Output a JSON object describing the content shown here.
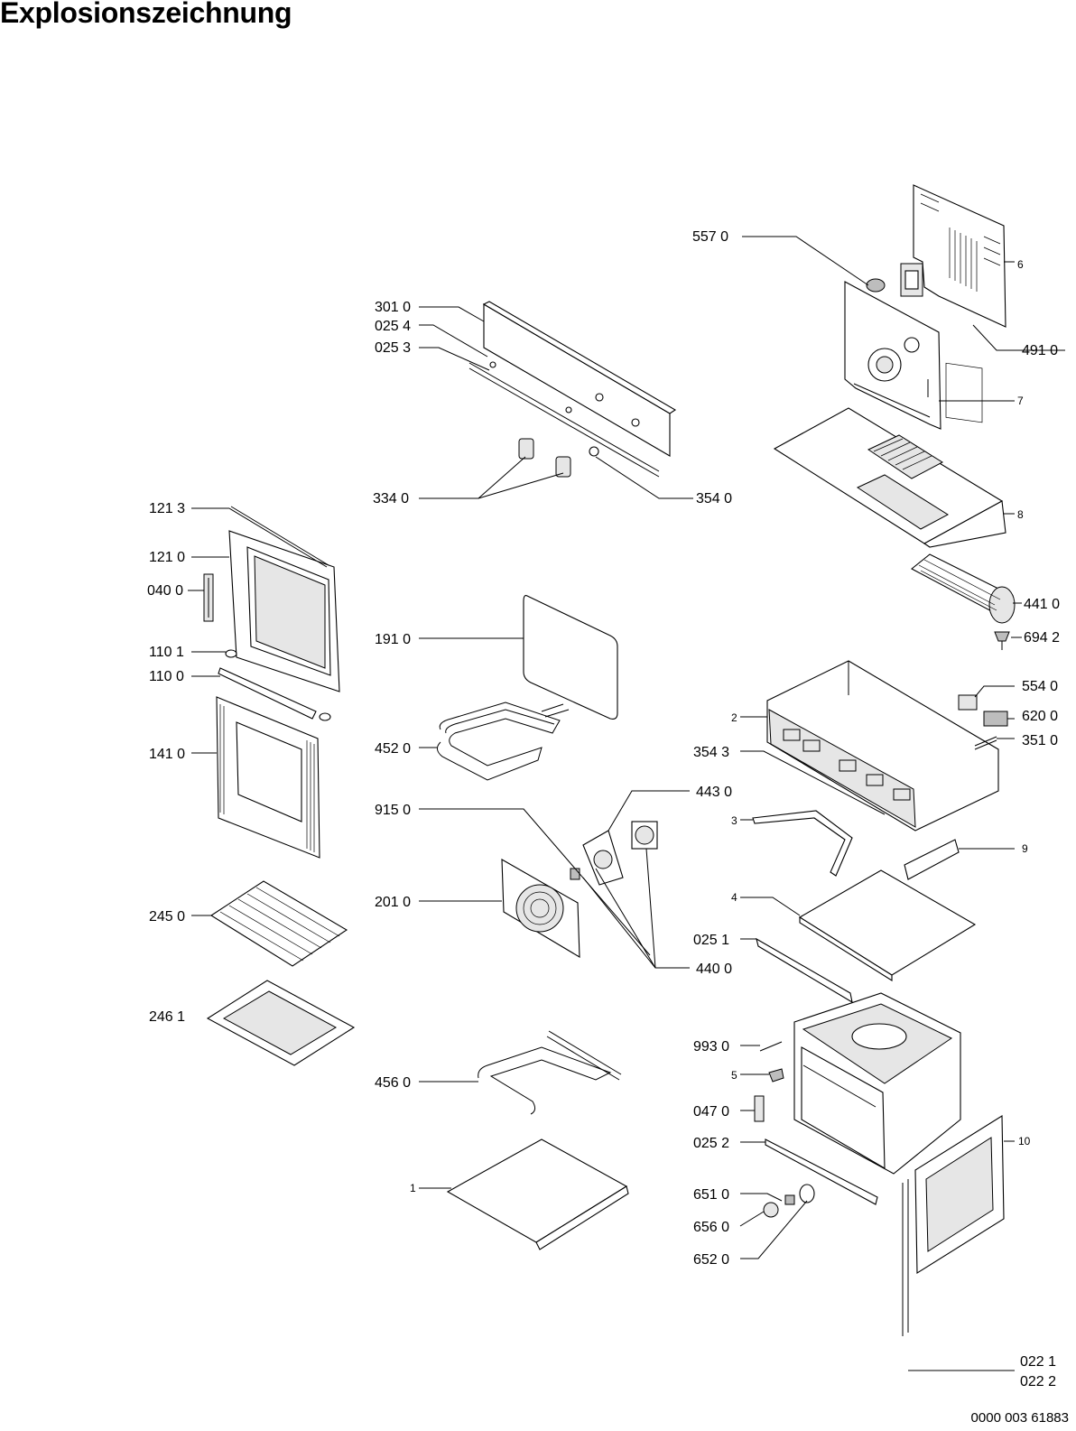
{
  "title": "Explosionszeichnung",
  "doc_number": "0000 003 61883",
  "callouts": {
    "c5570": "557 0",
    "c6": "6",
    "c4910": "491 0",
    "c3010": "301 0",
    "c0254": "025 4",
    "c0253": "025 3",
    "c7": "7",
    "c3340": "334 0",
    "c3540": "354 0",
    "c8": "8",
    "c1213": "121 3",
    "c1210": "121 0",
    "c0400": "040 0",
    "c4410": "441 0",
    "c6942": "694 2",
    "c1910": "191 0",
    "c1101": "110 1",
    "c1100": "110 0",
    "c5540": "554 0",
    "c2": "2",
    "c6200": "620 0",
    "c1410": "141 0",
    "c4520": "452 0",
    "c3543": "354 3",
    "c3510": "351 0",
    "c4430": "443 0",
    "c9150": "915 0",
    "c3": "3",
    "c9": "9",
    "c4": "4",
    "c2450": "245 0",
    "c2010": "201 0",
    "c0251": "025 1",
    "c4400": "440 0",
    "c2461": "246 1",
    "c9930": "993 0",
    "c5": "5",
    "c4560": "456 0",
    "c0470": "047 0",
    "c0252": "025 2",
    "c10": "10",
    "c1": "1",
    "c6510": "651 0",
    "c6560": "656 0",
    "c6520": "652 0",
    "c0221": "022 1",
    "c0222": "022 2"
  }
}
